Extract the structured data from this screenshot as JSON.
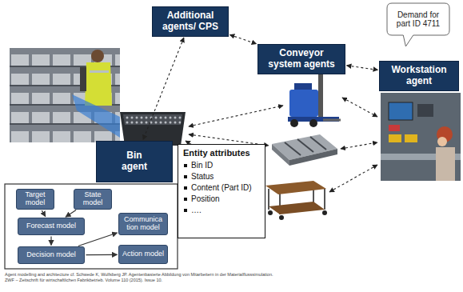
{
  "diagram": {
    "nodes": [
      {
        "text": [
          "Additional agents/ CPS"
        ]
      },
      {
        "text": [
          "Conveyor system agents"
        ]
      },
      {
        "text": [
          "Demand for part ID 4711"
        ]
      },
      {
        "text": [
          "Workstation agent"
        ]
      },
      {
        "text": [
          "Bin agent"
        ]
      },
      {
        "text": [
          "Entity attributes",
          "Bin ID",
          "Status",
          "Content (Part ID)",
          "Position",
          "…."
        ]
      },
      {
        "text": [
          "Target model"
        ]
      },
      {
        "text": [
          "State model"
        ]
      },
      {
        "text": [
          "Forecast model"
        ]
      },
      {
        "text": [
          "Communica tion model"
        ]
      },
      {
        "text": [
          "Decision model"
        ]
      },
      {
        "text": [
          "Action model"
        ]
      }
    ],
    "edges": [
      {
        "from": 0,
        "to": 1,
        "arrow": "both"
      },
      {
        "from": 0,
        "to": 4,
        "arrow": "both"
      },
      {
        "from": 1,
        "to": 3,
        "arrow": "both"
      },
      {
        "from": 6,
        "to": 8,
        "arrow": "to"
      },
      {
        "from": 7,
        "to": 8,
        "arrow": "to"
      },
      {
        "from": 8,
        "to": 10,
        "arrow": "to"
      },
      {
        "from": 10,
        "to": 9,
        "arrow": "to"
      },
      {
        "from": 10,
        "to": 11,
        "arrow": "to"
      }
    ],
    "labels": [
      "Agent modelling and architecture cf. Schwede K, Wulfsberg JP. Agentenbasierte Abbildung von Mitarbeitern in der Materialflusssimulation. ZWF – Zeitschrift für wirtschaftlichen Fabrikbetrieb. Volume 110 (2015). Issue 10."
    ]
  }
}
